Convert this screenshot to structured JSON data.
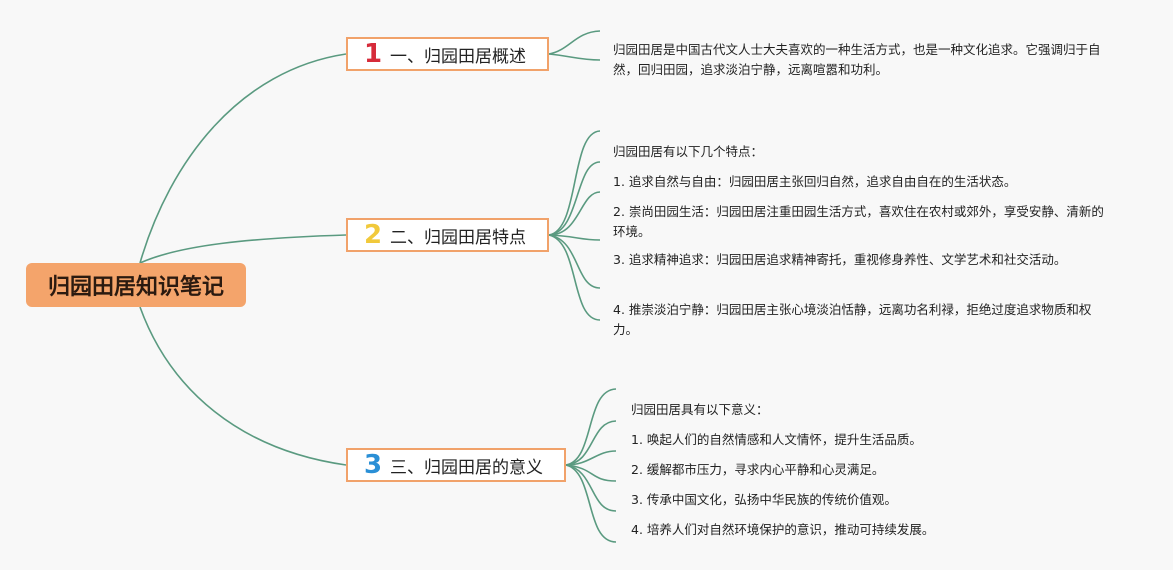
{
  "root": {
    "title": "归园田居知识笔记"
  },
  "colors": {
    "root_bg": "#f4a46b",
    "branch_border": "#f1a26a",
    "connector": "#5a9a80",
    "num1": "#d62b3a",
    "num2": "#f1c93b",
    "num3": "#2a8fd6"
  },
  "branches": [
    {
      "number": "1",
      "label": "一、归园田居概述",
      "items": [
        "归园田居是中国古代文人士大夫喜欢的一种生活方式，也是一种文化追求。它强调归于自然，回归田园，追求淡泊宁静，远离喧嚣和功利。"
      ]
    },
    {
      "number": "2",
      "label": "二、归园田居特点",
      "items": [
        "归园田居有以下几个特点：",
        "1. 追求自然与自由：归园田居主张回归自然，追求自由自在的生活状态。",
        "2. 崇尚田园生活：归园田居注重田园生活方式，喜欢住在农村或郊外，享受安静、清新的环境。",
        "3. 追求精神追求：归园田居追求精神寄托，重视修身养性、文学艺术和社交活动。",
        "4. 推崇淡泊宁静：归园田居主张心境淡泊恬静，远离功名利禄，拒绝过度追求物质和权力。"
      ]
    },
    {
      "number": "3",
      "label": "三、归园田居的意义",
      "items": [
        "归园田居具有以下意义：",
        "1. 唤起人们的自然情感和人文情怀，提升生活品质。",
        "2. 缓解都市压力，寻求内心平静和心灵满足。",
        "3. 传承中国文化，弘扬中华民族的传统价值观。",
        "4. 培养人们对自然环境保护的意识，推动可持续发展。"
      ]
    }
  ]
}
